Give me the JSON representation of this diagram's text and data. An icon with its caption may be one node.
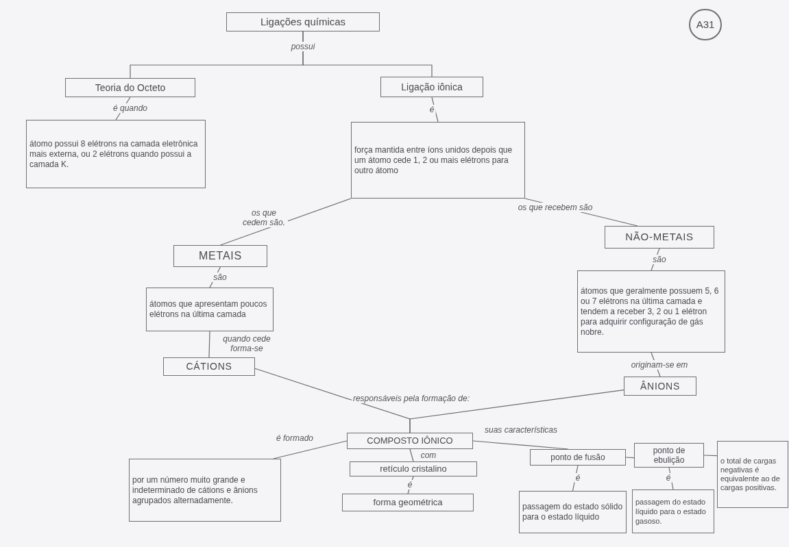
{
  "diagram": {
    "nodes": [
      {
        "text": [
          "Ligações químicas"
        ]
      },
      {
        "text": [
          "Teoria do Octeto"
        ]
      },
      {
        "text": [
          "Ligação iônica"
        ]
      },
      {
        "text": [
          "átomo possui 8 elétrons na camada eletrônica mais externa, ou 2 elétrons quando possui a camada K."
        ]
      },
      {
        "text": [
          "força mantida entre íons unidos depois que um átomo cede 1, 2 ou mais elétrons para outro átomo"
        ]
      },
      {
        "text": [
          "METAIS"
        ]
      },
      {
        "text": [
          "NÃO-METAIS"
        ]
      },
      {
        "text": [
          "átomos que apresentam poucos elétrons na última camada"
        ]
      },
      {
        "text": [
          "átomos que geralmente possuem 5, 6 ou 7 elétrons na última camada e tendem a receber 3, 2 ou 1 elétron para adquirir configuração de gás nobre."
        ]
      },
      {
        "text": [
          "CÁTIONS"
        ]
      },
      {
        "text": [
          "ÂNIONS"
        ]
      },
      {
        "text": [
          "COMPOSTO IÔNICO"
        ]
      },
      {
        "text": [
          "por um número muito grande e indeterminado de cátions e ânions agrupados alternadamente."
        ]
      },
      {
        "text": [
          "retículo cristalino"
        ]
      },
      {
        "text": [
          "forma geométrica"
        ]
      },
      {
        "text": [
          "ponto de fusão"
        ]
      },
      {
        "text": [
          "ponto de ebulição"
        ]
      },
      {
        "text": [
          "o total de cargas negativas é equivalente ao de cargas positivas."
        ]
      },
      {
        "text": [
          "passagem do estado sólido para o estado líquido"
        ]
      },
      {
        "text": [
          "passagem do estado líquido para o estado gasoso."
        ]
      },
      {
        "text": [
          "A31"
        ]
      }
    ],
    "edges": [
      {
        "from": 0,
        "to": 1,
        "arrow": "none",
        "label": "possui"
      },
      {
        "from": 0,
        "to": 2,
        "arrow": "none"
      },
      {
        "from": 1,
        "to": 3,
        "arrow": "none",
        "label": "é quando"
      },
      {
        "from": 2,
        "to": 4,
        "arrow": "none",
        "label": "é"
      },
      {
        "from": 4,
        "to": 5,
        "arrow": "none",
        "label": "os que cedem são."
      },
      {
        "from": 4,
        "to": 6,
        "arrow": "none",
        "label": "os que recebem são"
      },
      {
        "from": 5,
        "to": 7,
        "arrow": "none",
        "label": "são"
      },
      {
        "from": 6,
        "to": 8,
        "arrow": "none",
        "label": "são"
      },
      {
        "from": 7,
        "to": 9,
        "arrow": "none",
        "label": "quando cede forma-se"
      },
      {
        "from": 8,
        "to": 10,
        "arrow": "none",
        "label": "originam-se em"
      },
      {
        "from": 9,
        "to": 11,
        "arrow": "none",
        "label": "responsáveis pela formação de:"
      },
      {
        "from": 10,
        "to": 11,
        "arrow": "none"
      },
      {
        "from": 11,
        "to": 12,
        "arrow": "none",
        "label": "é formado"
      },
      {
        "from": 11,
        "to": 13,
        "arrow": "none",
        "label": "com"
      },
      {
        "from": 13,
        "to": 14,
        "arrow": "none",
        "label": "é"
      },
      {
        "from": 11,
        "to": 15,
        "arrow": "none",
        "label": "suas características"
      },
      {
        "from": 15,
        "to": 16,
        "arrow": "none"
      },
      {
        "from": 16,
        "to": 17,
        "arrow": "none"
      },
      {
        "from": 15,
        "to": 18,
        "arrow": "none",
        "label": "é"
      },
      {
        "from": 16,
        "to": 19,
        "arrow": "none",
        "label": "é"
      }
    ]
  }
}
